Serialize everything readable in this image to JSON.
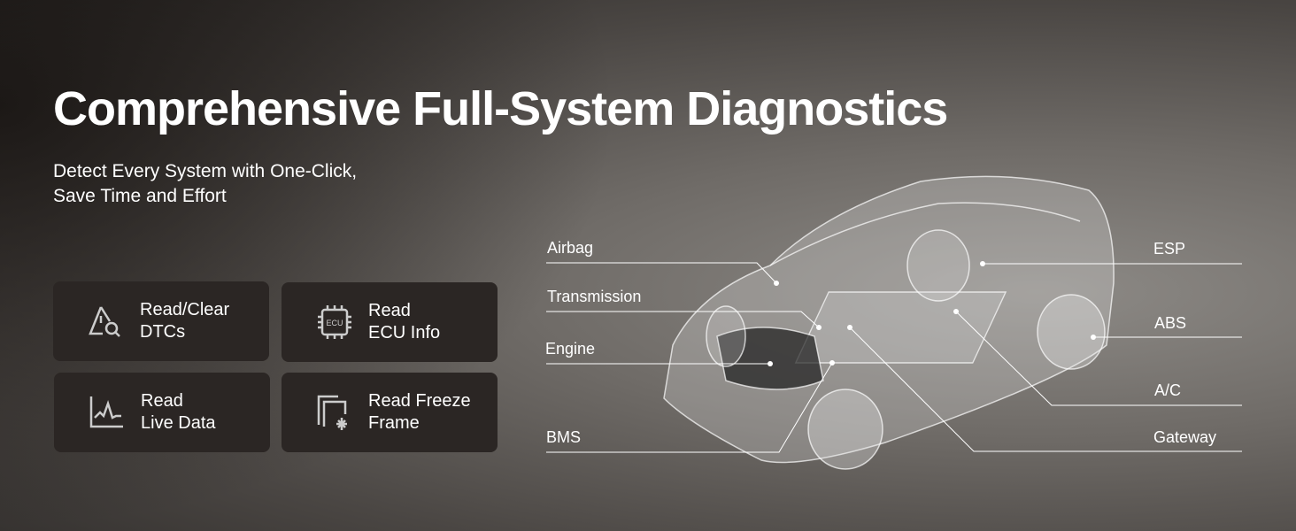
{
  "title": "Comprehensive Full-System Diagnostics",
  "subtitle": {
    "line1": "Detect Every System with One-Click,",
    "line2": "Save Time and Effort"
  },
  "features": [
    {
      "icon": "warning-search-icon",
      "line1": "Read/Clear",
      "line2": "DTCs"
    },
    {
      "icon": "ecu-chip-icon",
      "icon_text": "ECU",
      "line1": "Read",
      "line2": "ECU Info"
    },
    {
      "icon": "live-data-graph-icon",
      "line1": "Read",
      "line2": "Live Data"
    },
    {
      "icon": "freeze-frame-icon",
      "line1": "Read Freeze",
      "line2": "Frame"
    }
  ],
  "systems_left": [
    "Airbag",
    "Transmission",
    "Engine",
    "BMS"
  ],
  "systems_right": [
    "ESP",
    "ABS",
    "A/C",
    "Gateway"
  ]
}
